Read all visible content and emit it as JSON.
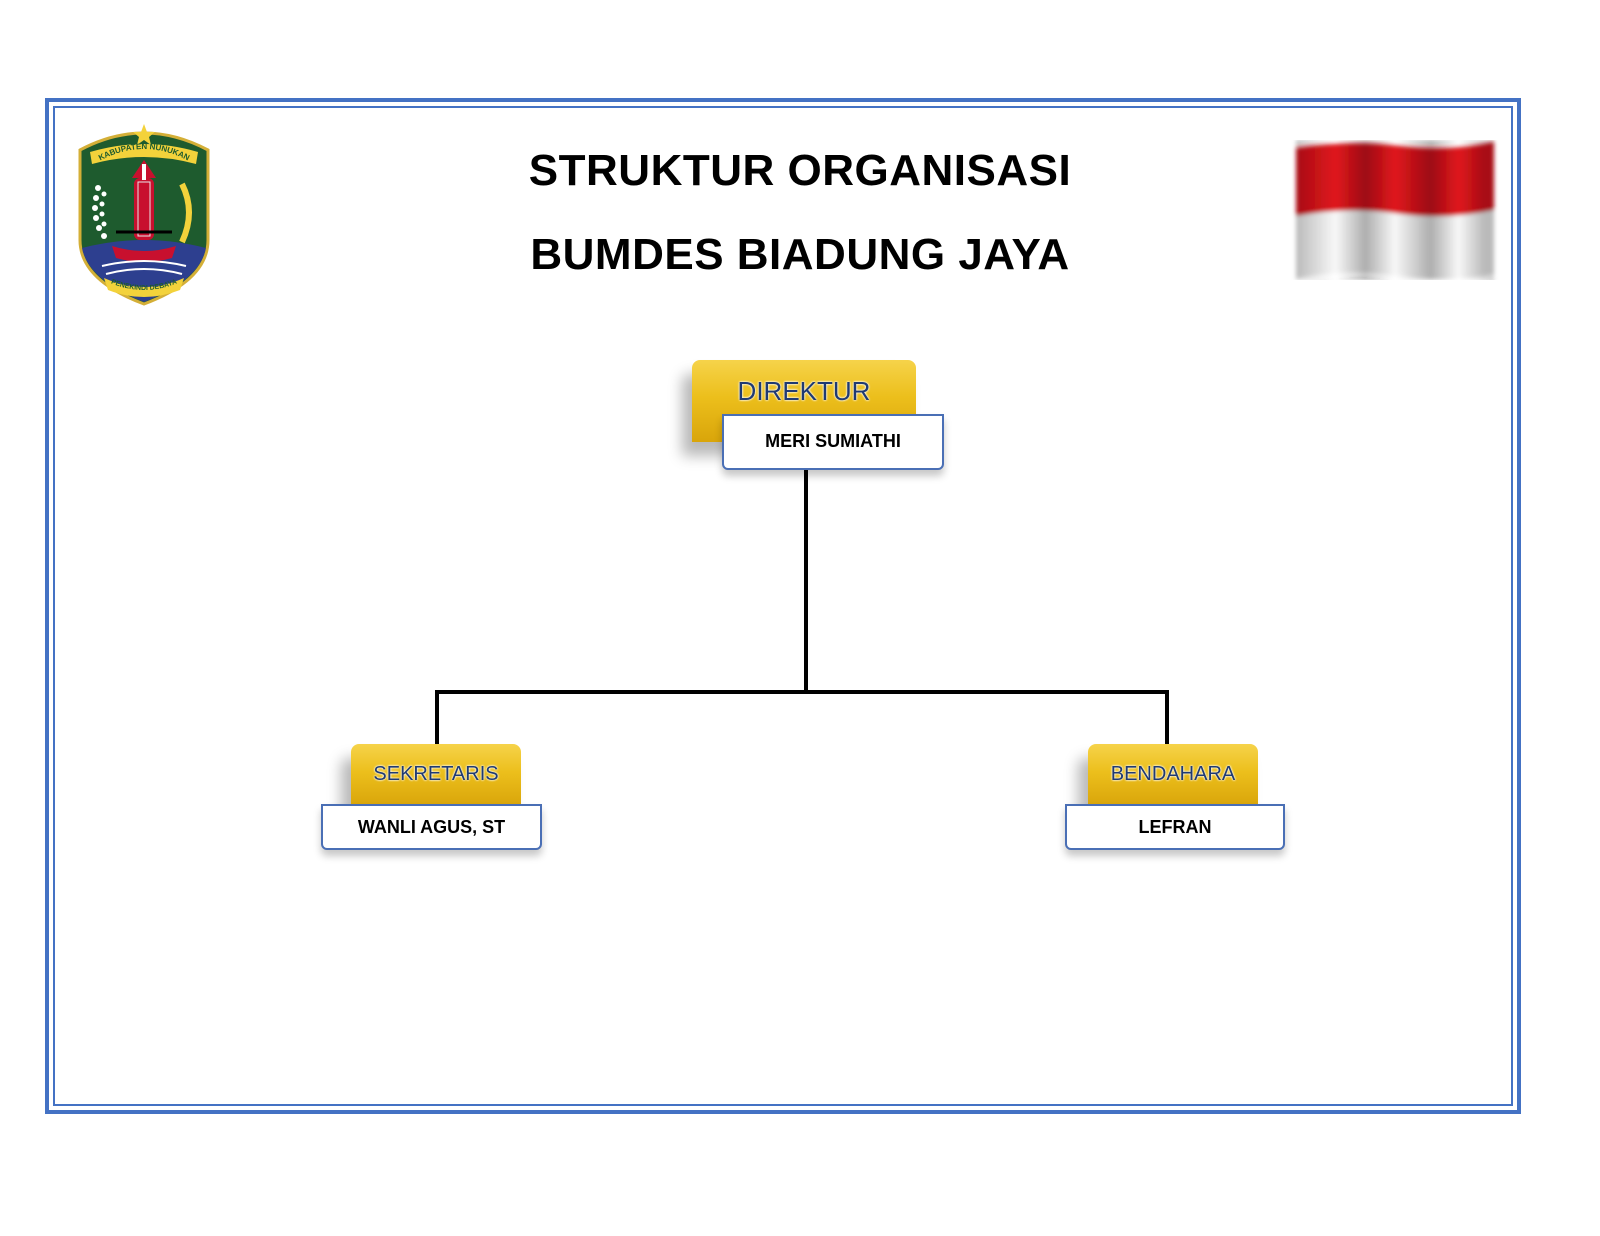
{
  "title": {
    "line1": "STRUKTUR ORGANISASI",
    "line2": "BUMDES BIADUNG JAYA"
  },
  "emblem": {
    "banner_top": "KABUPATEN NUNUKAN",
    "banner_bottom": "PENEKINDI DEBAYA"
  },
  "org_chart": {
    "top": {
      "role": "DIREKTUR",
      "name": "MERI SUMIATHI"
    },
    "left": {
      "role": "SEKRETARIS",
      "name": "WANLI AGUS, ST"
    },
    "right": {
      "role": "BENDAHARA",
      "name": "LEFRAN"
    }
  },
  "colors": {
    "frame": "#4472c4",
    "role_box": "#ecbf1c",
    "role_text": "#1f3a73",
    "name_border": "#4a6fb5",
    "connector": "#000000",
    "flag_red": "#e0141c",
    "flag_white": "#ffffff"
  }
}
